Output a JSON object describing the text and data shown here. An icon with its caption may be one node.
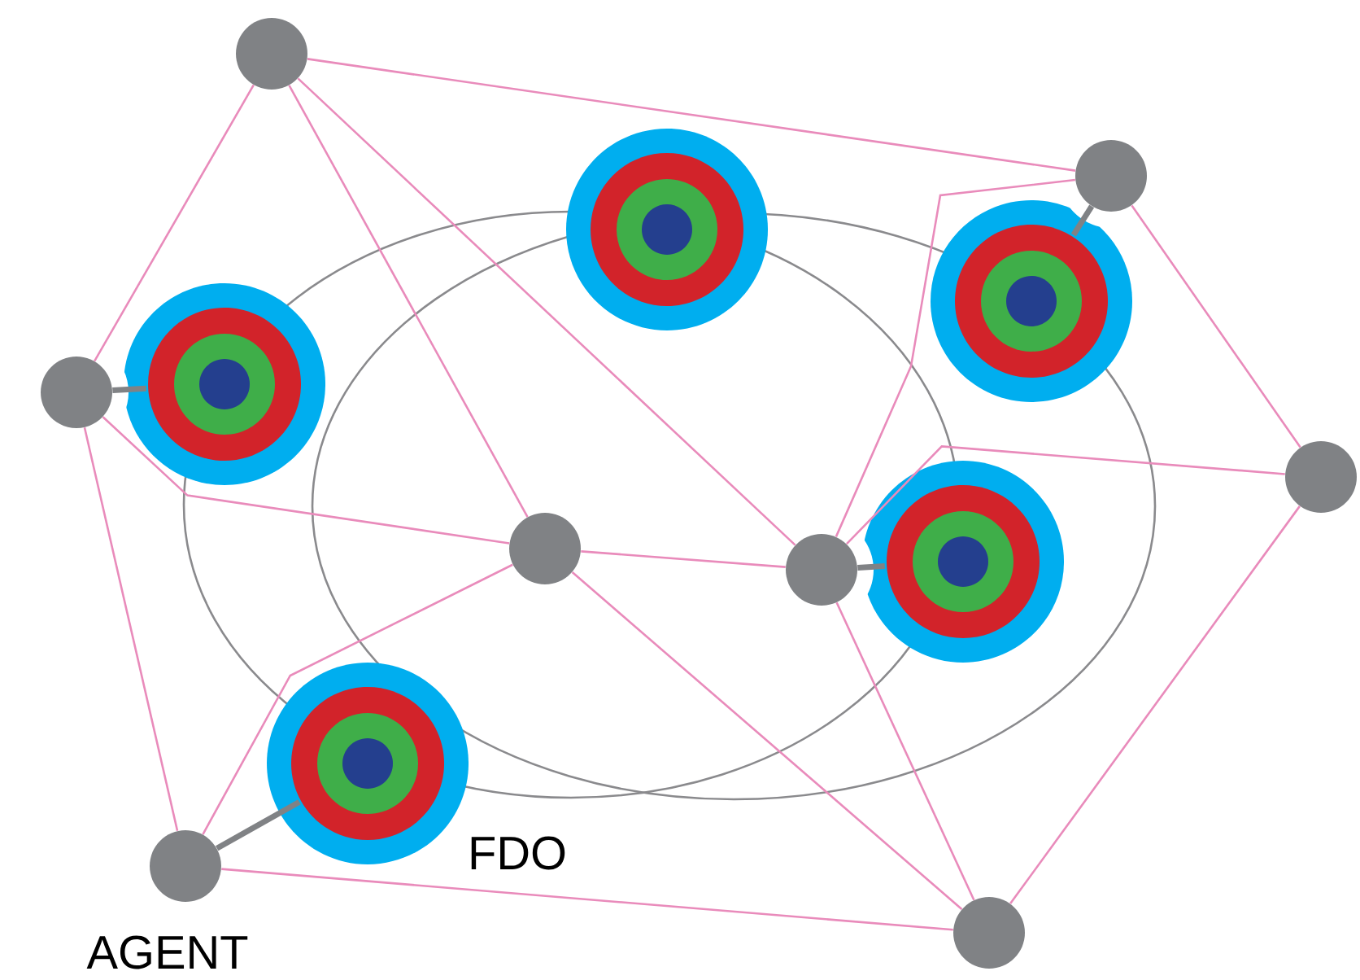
{
  "diagram": {
    "nodes": [
      {
        "text": [],
        "shape": "circle"
      },
      {
        "text": [],
        "shape": "circle"
      },
      {
        "text": [],
        "shape": "target"
      },
      {
        "text": [],
        "shape": "target"
      },
      {
        "text": [],
        "shape": "target"
      },
      {
        "text": [],
        "shape": "circle"
      },
      {
        "text": [],
        "shape": "circle"
      },
      {
        "text": [],
        "shape": "circle"
      },
      {
        "text": [],
        "shape": "target"
      },
      {
        "text": [],
        "shape": "circle"
      },
      {
        "text": [],
        "shape": "target",
        "beside": [
          "FDO"
        ]
      },
      {
        "text": [],
        "shape": "circle",
        "beside": [
          "AGENT"
        ]
      },
      {
        "text": [],
        "shape": "circle"
      }
    ],
    "edges": [
      {
        "from": 0,
        "to": 1,
        "arrow": "none"
      },
      {
        "from": 0,
        "to": 5,
        "arrow": "none"
      },
      {
        "from": 0,
        "to": 7,
        "arrow": "none"
      },
      {
        "from": 0,
        "to": 9,
        "arrow": "none"
      },
      {
        "from": 1,
        "to": 6,
        "arrow": "none"
      },
      {
        "from": 1,
        "to": 9,
        "arrow": "none"
      },
      {
        "from": 5,
        "to": 11,
        "arrow": "none"
      },
      {
        "from": 5,
        "to": 7,
        "arrow": "none"
      },
      {
        "from": 6,
        "to": 9,
        "arrow": "none"
      },
      {
        "from": 6,
        "to": 12,
        "arrow": "none"
      },
      {
        "from": 7,
        "to": 9,
        "arrow": "none"
      },
      {
        "from": 7,
        "to": 12,
        "arrow": "none"
      },
      {
        "from": 7,
        "to": 11,
        "arrow": "none"
      },
      {
        "from": 9,
        "to": 12,
        "arrow": "none"
      },
      {
        "from": 11,
        "to": 12,
        "arrow": "none"
      },
      {
        "from": 5,
        "to": 4,
        "arrow": "none",
        "style": "thick",
        "color": "#808285"
      },
      {
        "from": 1,
        "to": 3,
        "arrow": "none",
        "style": "thick",
        "color": "#808285"
      },
      {
        "from": 9,
        "to": 8,
        "arrow": "none",
        "style": "thick",
        "color": "#808285"
      },
      {
        "from": 11,
        "to": 10,
        "arrow": "none",
        "style": "thick",
        "color": "#808285"
      }
    ]
  }
}
